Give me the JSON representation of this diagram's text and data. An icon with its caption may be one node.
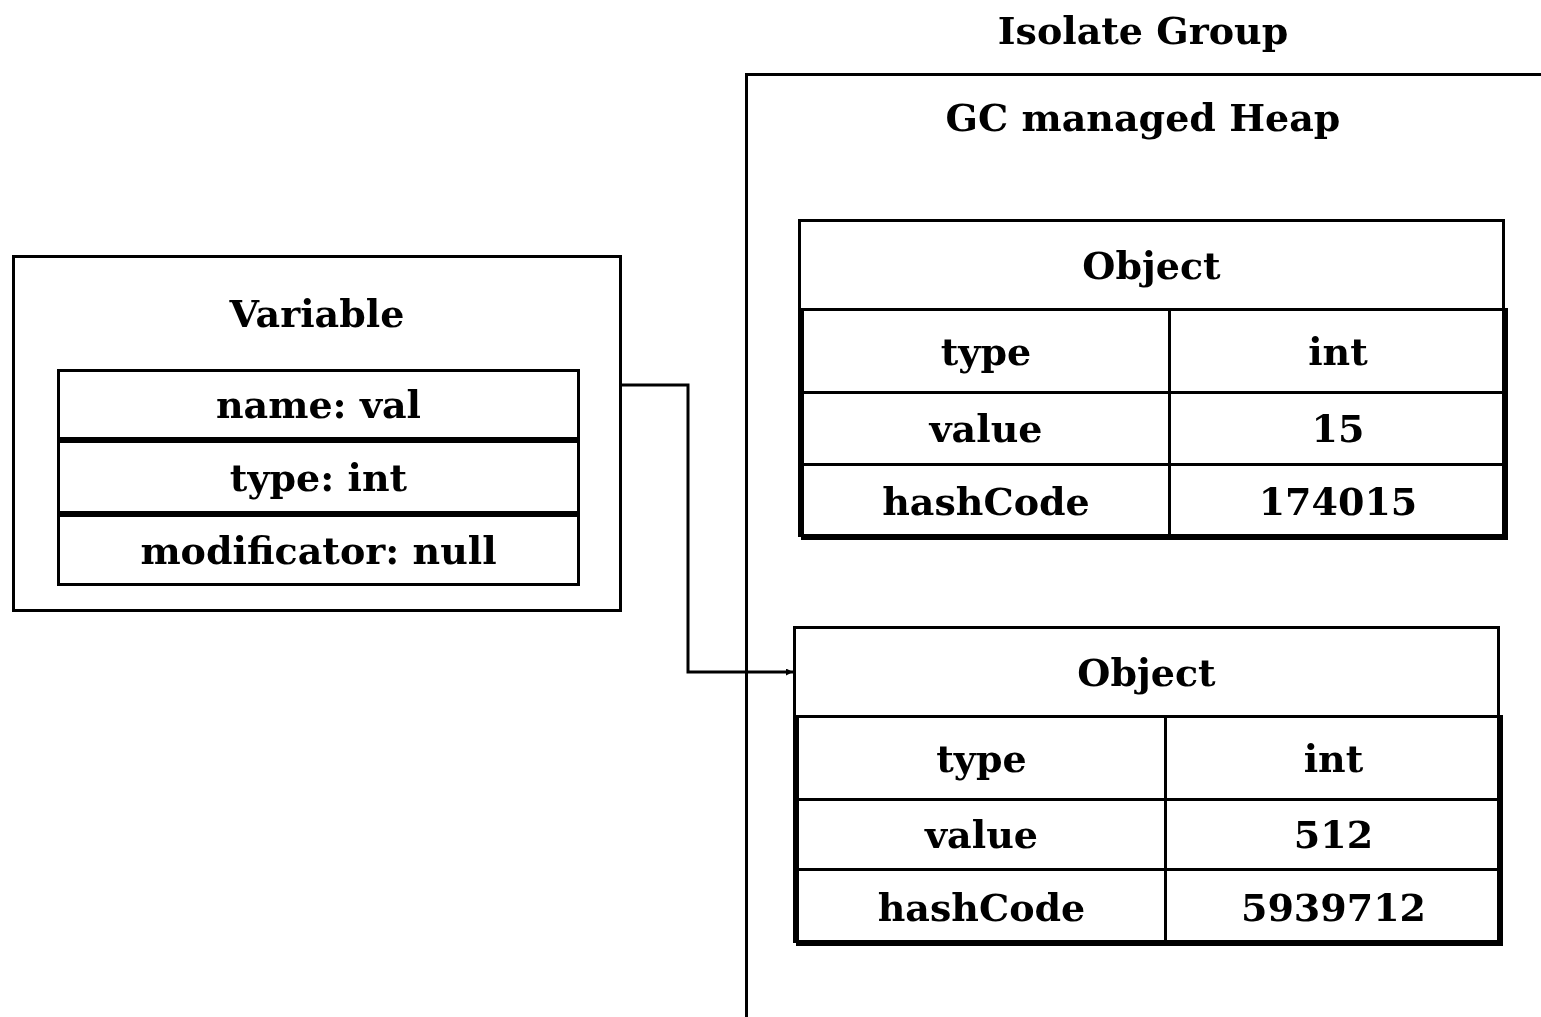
{
  "diagram": {
    "nodes": [
      {
        "text": [
          "Isolate Group",
          "GC managed Heap"
        ]
      },
      {
        "text": [
          "Variable"
        ]
      },
      {
        "text": [
          "name: val"
        ],
        "in": 1
      },
      {
        "text": [
          "type: int"
        ],
        "in": 1
      },
      {
        "text": [
          "modificator: null"
        ],
        "in": 1
      },
      {
        "text": [
          "Object"
        ],
        "in": 0
      },
      {
        "text": [
          "type"
        ],
        "in": 5
      },
      {
        "text": [
          "int"
        ],
        "in": 5
      },
      {
        "text": [
          "value"
        ],
        "in": 5
      },
      {
        "text": [
          "15"
        ],
        "in": 5
      },
      {
        "text": [
          "hashCode"
        ],
        "in": 5
      },
      {
        "text": [
          "174015"
        ],
        "in": 5
      },
      {
        "text": [
          "Object"
        ],
        "in": 0
      },
      {
        "text": [
          "type"
        ],
        "in": 12
      },
      {
        "text": [
          "int"
        ],
        "in": 12
      },
      {
        "text": [
          "value"
        ],
        "in": 12
      },
      {
        "text": [
          "512"
        ],
        "in": 12
      },
      {
        "text": [
          "hashCode"
        ],
        "in": 12
      },
      {
        "text": [
          "5939712"
        ],
        "in": 12
      }
    ],
    "edges": [
      {
        "from": 1,
        "to": 12,
        "arrow": "to"
      }
    ]
  }
}
